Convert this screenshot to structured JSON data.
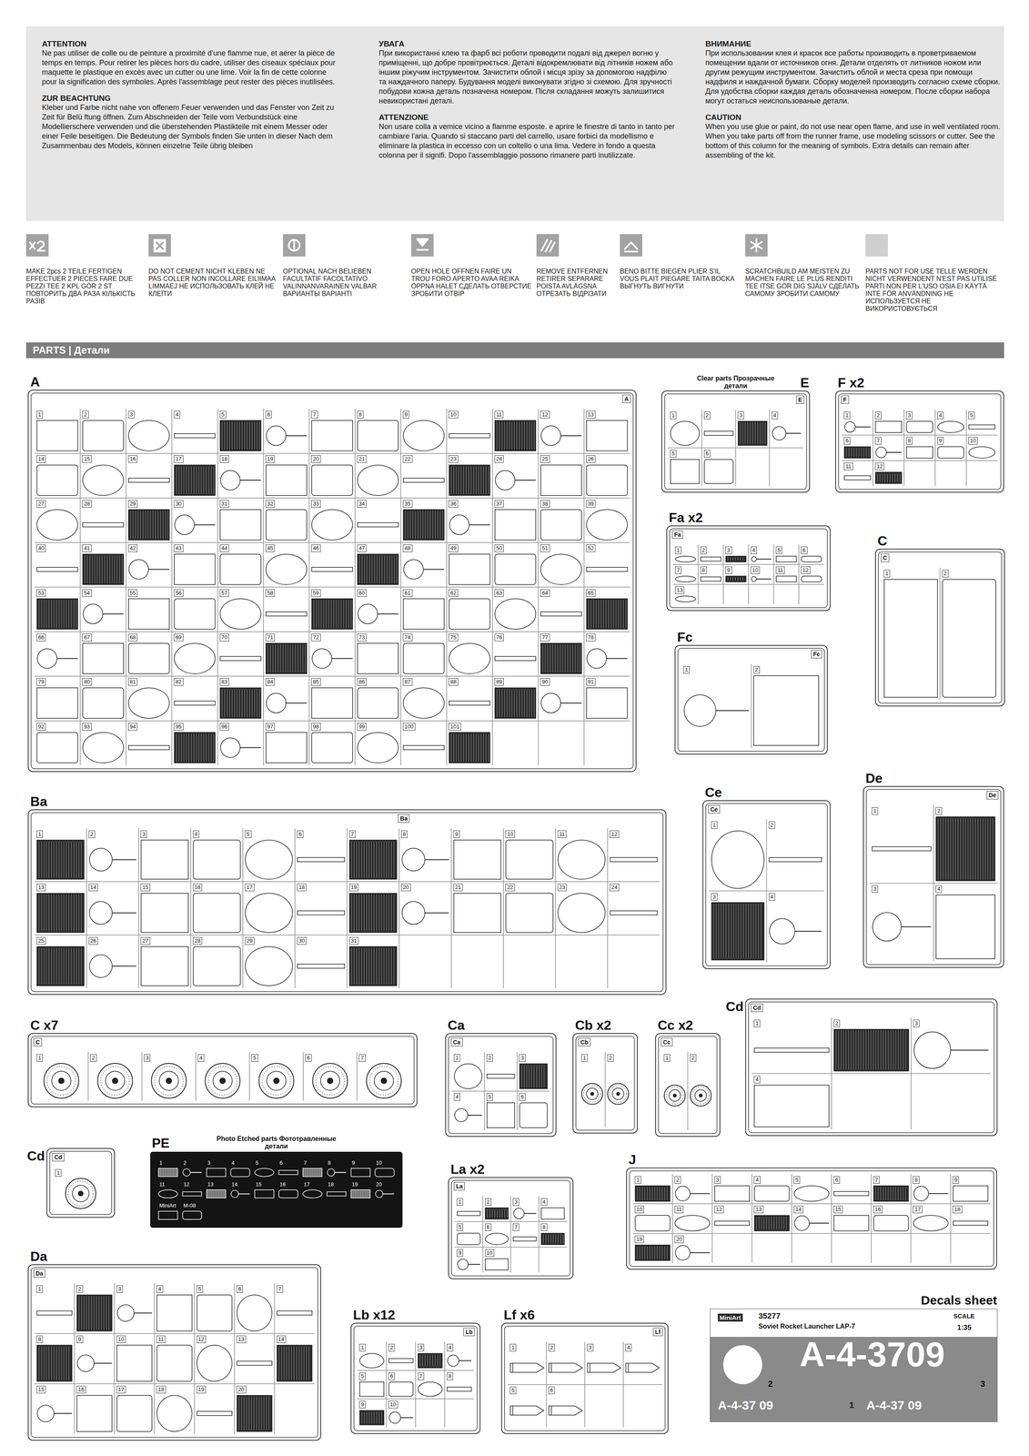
{
  "diagram": {
    "nodes": [
      {
        "text": [
          "ATTENTION",
          "Ne pas utiliser de colle ou de peinture a proximité d'une flamme nue, et aérer la pièce de temps en temps. Pour retirer les pièces hors du cadre, utiliser des ciseaux spéciaux pour maquette le plastique en excès avec un cutter ou une lime. Voir la fin de cette colonne pour la signification des symboles. Après l'assemblage peut rester des pièces inutilisées.",
          "ZUR BEACHTUNG",
          "Kleber und Farbe nicht nahe von offenem Feuer verwenden und das Fenster von Zeit zu Zeit für Belü ftung öffnen. Zum Abschneiden der Teile vom Verbundstück eine Modellierschere verwenden und die überstehenden Plastikteile mit einem Messer oder einer Feile beseitigen. Die Bedeutung der Symbols finden Sie unten in dieser Nach dem Zusammenbau des Models, können einzelne Teile übrig bleiben",
          "УВАГА",
          "При використанні клею та фарб всі роботи проводити подалі від джерел вогню у приміщенні, що добре провітрюється. Деталі відокремлювати від літників ножем або іншим ріжучим інструментом. Зачистити облой і місця зрізу за допомогою надфілю та наждачного паперу. Будування моделі виконувати згідно зі схемою. Для зручності побудови кожна деталь позначена номером. Після складання можуть залишитися невикористані деталі.",
          "ATTENZIONE",
          "Non usare colla a vemice vicino a flamme esposte. e aprire le finestre di tanto in tanto per cambiare l'aria. Quando si staccano parti del carrello, usare forbici da modellismo e eliminare la plastica in eccesso con un coltello o una lima. Vedere in fondo a questa colonna per il signifi. Dopo l'assemblaggio possono rimanere parti inutilizzate.",
          "ВНИМАНИЕ",
          "При использовании клея и красок все работы производить в проветриваемом помещении вдали от источников огня. Детали отделять от литников ножом или другим режущим инструментом. Зачистить облой и места среза при помощи надфиля и наждачной бумаги. Сборку моделей производить согласно схеме сборки. Для удобства сборки каждая деталь обозначенна номером. После сборки набора могут остаться неиспользованые детали.",
          "CAUTION",
          "When you use glue or paint, do not use near open flame, and use in well ventilated room. When you take parts off from the runner frame, use modeling scissors or cutter. See the bottom of this column for the meaning of symbols. Extra details can remain after assembling of the kit."
        ]
      },
      {
        "text": [
          "PARTS | Детали"
        ]
      },
      {
        "text": [
          "A",
          "A"
        ]
      },
      {
        "text": [
          "Clear parts Прозрачные детали",
          "E",
          "E"
        ]
      },
      {
        "text": [
          "F x2",
          "F"
        ]
      },
      {
        "text": [
          "Fa x2",
          "Fa"
        ]
      },
      {
        "text": [
          "C",
          "C"
        ]
      },
      {
        "text": [
          "Fc",
          "Fc"
        ]
      },
      {
        "text": [
          "Ba",
          "Ba"
        ]
      },
      {
        "text": [
          "Ce",
          "Ce"
        ]
      },
      {
        "text": [
          "De",
          "De"
        ]
      },
      {
        "text": [
          "C x7",
          "C"
        ]
      },
      {
        "text": [
          "Ca",
          "Ca"
        ]
      },
      {
        "text": [
          "Cb x2",
          "Cb"
        ]
      },
      {
        "text": [
          "Cc x2",
          "Cc"
        ]
      },
      {
        "text": [
          "Cd",
          "Cd"
        ]
      },
      {
        "text": [
          "PE",
          "Photo Etched parts Фототравленные детали"
        ]
      },
      {
        "text": [
          "Cd",
          "Cd"
        ]
      },
      {
        "text": [
          "La x2",
          "La"
        ]
      },
      {
        "text": [
          "J"
        ]
      },
      {
        "text": [
          "Da",
          "Da"
        ]
      },
      {
        "text": [
          "Lb x12",
          "Lb"
        ]
      },
      {
        "text": [
          "Lf x6",
          "Lf"
        ]
      },
      {
        "text": [
          "Decals sheet"
        ]
      }
    ],
    "labels": [
      "1",
      "2",
      "3",
      "4",
      "5",
      "6",
      "7",
      "8",
      "9",
      "10",
      "11",
      "12",
      "13",
      "14",
      "15",
      "16",
      "17",
      "18",
      "19",
      "20",
      "21",
      "22",
      "23",
      "24",
      "25",
      "26",
      "27",
      "28",
      "29",
      "30",
      "31",
      "32",
      "33",
      "34",
      "35",
      "36",
      "37",
      "38",
      "39",
      "40",
      "41",
      "42",
      "43",
      "44",
      "45",
      "46",
      "47",
      "48",
      "49",
      "50",
      "51",
      "52",
      "53",
      "54",
      "55",
      "56",
      "57",
      "58",
      "59",
      "60",
      "61",
      "62",
      "63",
      "64",
      "65",
      "66",
      "67",
      "68",
      "69",
      "70",
      "71",
      "72",
      "73",
      "74",
      "75",
      "76",
      "77",
      "78",
      "79",
      "80",
      "81",
      "82",
      "83",
      "84",
      "85",
      "86",
      "87",
      "88",
      "89",
      "90",
      "91",
      "92",
      "93",
      "94",
      "95",
      "96",
      "97",
      "98",
      "99",
      "100",
      "101",
      "1",
      "2",
      "3",
      "4",
      "5",
      "6",
      "1",
      "2",
      "3",
      "4",
      "5",
      "6",
      "7",
      "8",
      "9",
      "10",
      "11",
      "12",
      "1",
      "2",
      "3",
      "4",
      "5",
      "6",
      "7",
      "8",
      "9",
      "10",
      "11",
      "12",
      "13",
      "1",
      "2",
      "1",
      "2",
      "1",
      "2",
      "3",
      "4",
      "5",
      "6",
      "7",
      "8",
      "9",
      "10",
      "11",
      "12",
      "13",
      "14",
      "15",
      "16",
      "17",
      "18",
      "19",
      "20",
      "21",
      "22",
      "23",
      "24",
      "25",
      "26",
      "27",
      "28",
      "29",
      "30",
      "31",
      "1",
      "2",
      "3",
      "4",
      "1",
      "2",
      "3",
      "4",
      "1",
      "2",
      "3",
      "4",
      "5",
      "6",
      "7",
      "1",
      "2",
      "3",
      "4",
      "5",
      "6",
      "1",
      "2",
      "1",
      "2",
      "1",
      "2",
      "3",
      "4",
      "1",
      "2",
      "3",
      "4",
      "5",
      "6",
      "7",
      "8",
      "9",
      "10",
      "11",
      "12",
      "13",
      "14",
      "15",
      "16",
      "17",
      "18",
      "19",
      "20",
      "MiniArt",
      "M-08",
      "1",
      "1",
      "2",
      "3",
      "4",
      "5",
      "6",
      "7",
      "8",
      "9",
      "10",
      "1",
      "2",
      "3",
      "4",
      "5",
      "6",
      "7",
      "8",
      "9",
      "10",
      "11",
      "12",
      "13",
      "14",
      "15",
      "16",
      "17",
      "18",
      "19",
      "20",
      "1",
      "2",
      "3",
      "4",
      "5",
      "6",
      "7",
      "8",
      "9",
      "10",
      "11",
      "12",
      "13",
      "14",
      "15",
      "16",
      "17",
      "18",
      "19",
      "20",
      "1",
      "2",
      "3",
      "4",
      "5",
      "6",
      "7",
      "8",
      "9",
      "10",
      "1",
      "2",
      "3",
      "4",
      "5",
      "6",
      "MiniArt",
      "35277",
      "Soviet Rocket Launcher LAP-7",
      "SCALE",
      "1:35",
      "2",
      "A-4-3709",
      "3",
      "A-4-37 09",
      "1",
      "A-4-37 09"
    ],
    "legend": [
      {
        "text": "MAKE 2pcs 2 TEILE FERTIGEN EFFECTUER 2 PIECES FARE DUE PEZZI TEE 2 KPL GÖR 2 ST ПОВТОРИТЬ ДВА РАЗА КІЛЬКІСТЬ РАЗІВ"
      },
      {
        "text": "DO NOT CEMENT NICHT KLEBEN NE PAS COLLER NON INCOLLARE EILIIMAA LIMMAEJ НЕ ИСПОЛЬЗОВАТЬ КЛЕЙ НЕ КЛЕЇТИ"
      },
      {
        "text": "OPTIONAL NACH BELIEBEN FACULTATIF FACOLTATIVO VALINNANVARAINEN VALBAR ВАРИАНТЫ ВАРІАНТІ"
      },
      {
        "text": "OPEN HOLE OFFNEN FAIRE UN TROU FORO APERTO AVAA REIKA ÖPPNA HALET СДЕЛАТЬ ОТВЕРСТИЕ ЗРОБИТИ ОТВІР"
      },
      {
        "text": "REMOVE ENTFERNEN RETIRER SEPARARE POISTA AVLÄGSNA ОТРЕЗАТЬ ВІДРІЗАТИ"
      },
      {
        "text": "BENO BITTE BIEGEN PLIER S'IL VOUS PLAIT PIEGARE TAITA BOCKA ВЫГНУТЬ ВИГНУТИ"
      },
      {
        "text": "SCRATCHBUILD AM MEISTEN ZU MACHEN FAIRE LE PLUS RENDITI TEE ITSE GÖR DIG SJÄLV СДЕЛАТЬ САМОМУ ЗРОБИТИ САМОМУ"
      },
      {
        "text": "PARTS NOT FOR USE TELLE WERDEN NICHT VERWENDENT N'EST PAS UTILISÉ PARTI NON PER L'USO OSIA EI KÄYTÄ INTE FÖR ANVÄNDNING НЕ ИСПОЛЬЗУЕТСЯ НЕ ВИКОРИСТОВУЄТЬСЯ"
      }
    ]
  }
}
